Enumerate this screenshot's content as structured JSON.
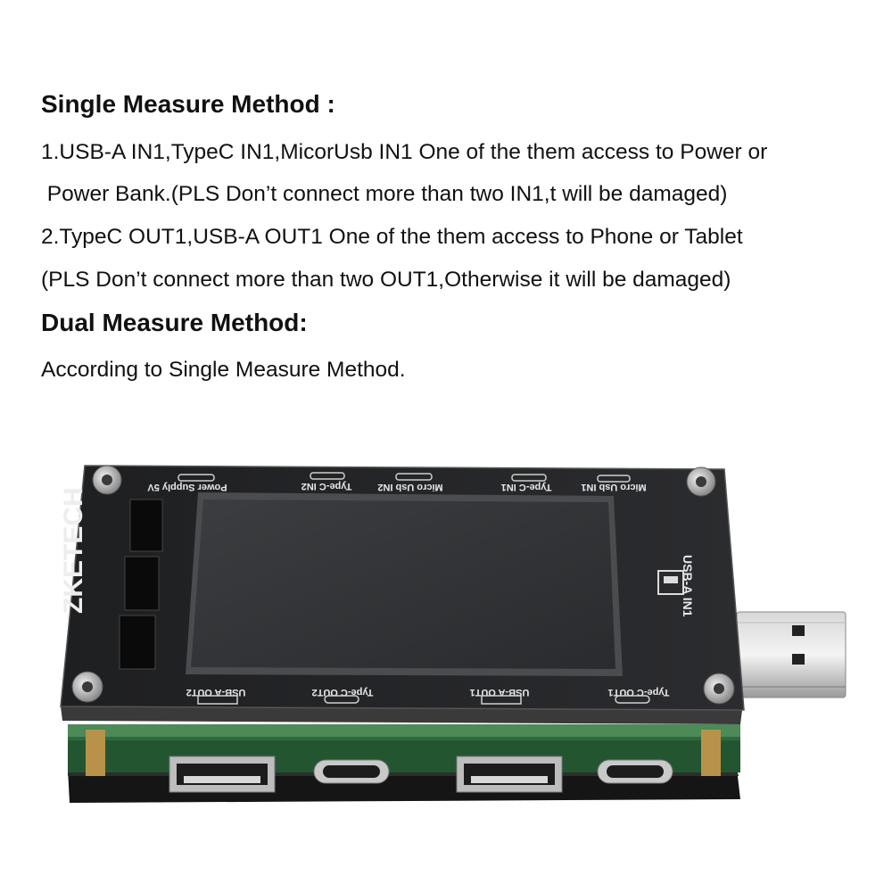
{
  "instructions": {
    "single_heading": "Single Measure Method :",
    "line1": "1.USB-A IN1,TypeC IN1,MicorUsb IN1 One of the them access to Power or",
    "line2": " Power Bank.(PLS Don’t connect more than two IN1,t will be damaged)",
    "line3": "2.TypeC OUT1,USB-A OUT1 One of the them access to Phone or Tablet",
    "line4": "(PLS Don’t connect more than two OUT1,Otherwise it will be damaged)",
    "dual_heading": "Dual Measure Method:",
    "dual_text": "According to Single Measure Method."
  },
  "device": {
    "brand": "ZKETECH",
    "top_labels": {
      "power": "Power Supply 5V",
      "typec_in2": "Type-C IN2",
      "micro_in2": "Micro Usb IN2",
      "typec_in1": "Type-C IN1",
      "micro_in1": "Micro Usb IN1"
    },
    "side_label": "USB-A IN1",
    "bottom_labels": {
      "usba_out2": "USB-A OUT2",
      "typec_out2": "Type-C OUT2",
      "usba_out1": "USB-A OUT1",
      "typec_out1": "Type-C OUT1"
    }
  }
}
